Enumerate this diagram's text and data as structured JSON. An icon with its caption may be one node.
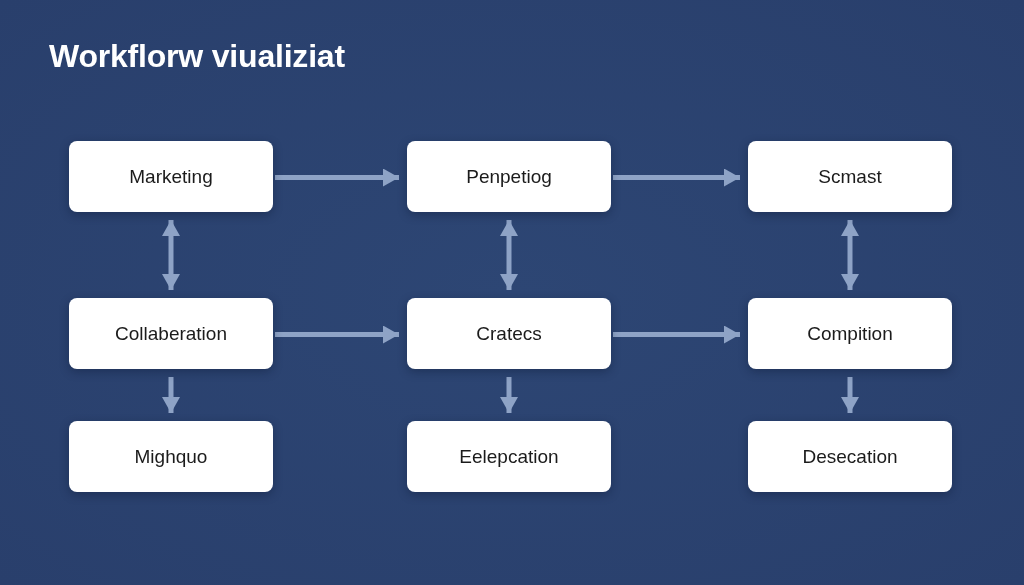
{
  "diagram": {
    "title": "Workflorw viualiziat",
    "nodes": [
      {
        "text": [
          "Marketing"
        ]
      },
      {
        "text": [
          "Penpetiog"
        ]
      },
      {
        "text": [
          "Scmast"
        ]
      },
      {
        "text": [
          "Collaberation"
        ]
      },
      {
        "text": [
          "Cratecs"
        ]
      },
      {
        "text": [
          "Compition"
        ]
      },
      {
        "text": [
          "Mighquo"
        ]
      },
      {
        "text": [
          "Eelepcation"
        ]
      },
      {
        "text": [
          "Desecation"
        ]
      }
    ],
    "edges": [
      {
        "from": 0,
        "to": 1,
        "arrow": "to"
      },
      {
        "from": 1,
        "to": 2,
        "arrow": "to"
      },
      {
        "from": 0,
        "to": 3,
        "arrow": "both"
      },
      {
        "from": 1,
        "to": 4,
        "arrow": "both"
      },
      {
        "from": 2,
        "to": 5,
        "arrow": "both"
      },
      {
        "from": 3,
        "to": 4,
        "arrow": "to"
      },
      {
        "from": 4,
        "to": 5,
        "arrow": "to"
      },
      {
        "from": 3,
        "to": 6,
        "arrow": "to"
      },
      {
        "from": 4,
        "to": 7,
        "arrow": "to"
      },
      {
        "from": 5,
        "to": 8,
        "arrow": "to"
      }
    ]
  }
}
